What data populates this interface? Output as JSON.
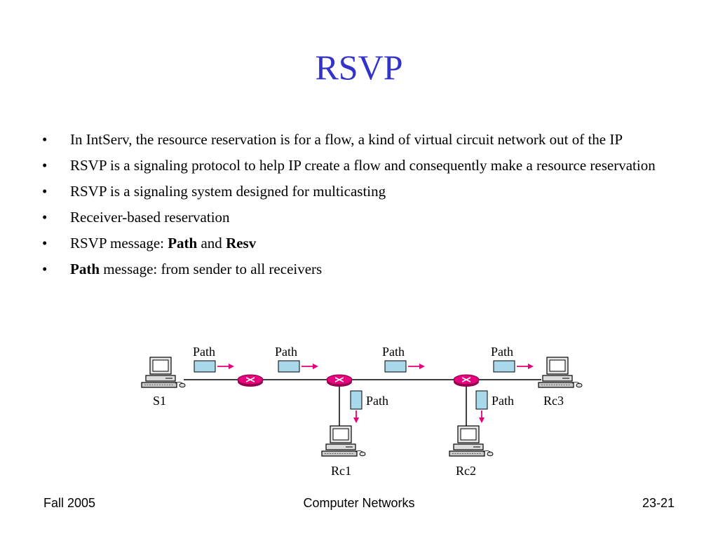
{
  "slide": {
    "title": "RSVP",
    "bullets": [
      {
        "parts": [
          {
            "text": "In IntServ, the resource reservation is for a flow, a kind of virtual circuit network out of the IP",
            "bold": false
          }
        ]
      },
      {
        "parts": [
          {
            "text": "RSVP is a signaling protocol to help IP create a flow and consequently make a resource reservation",
            "bold": false
          }
        ]
      },
      {
        "parts": [
          {
            "text": "RSVP is a signaling system designed for multicasting",
            "bold": false
          }
        ]
      },
      {
        "parts": [
          {
            "text": "Receiver-based reservation",
            "bold": false
          }
        ]
      },
      {
        "parts": [
          {
            "text": "RSVP message: ",
            "bold": false
          },
          {
            "text": "Path",
            "bold": true
          },
          {
            "text": " and ",
            "bold": false
          },
          {
            "text": "Resv",
            "bold": true
          }
        ]
      },
      {
        "parts": [
          {
            "text": "Path",
            "bold": true
          },
          {
            "text": " message: from sender to all receivers",
            "bold": false
          }
        ]
      }
    ]
  },
  "diagram": {
    "message_label": "Path",
    "nodes": {
      "sender": "S1",
      "receiver1": "Rc1",
      "receiver2": "Rc2",
      "receiver3": "Rc3"
    },
    "colors": {
      "arrow": "#e6007e",
      "router": "#e6007e",
      "message_box": "#a8d8ea",
      "line": "#000000"
    }
  },
  "footer": {
    "left": "Fall 2005",
    "center": "Computer Networks",
    "right": "23-21"
  }
}
